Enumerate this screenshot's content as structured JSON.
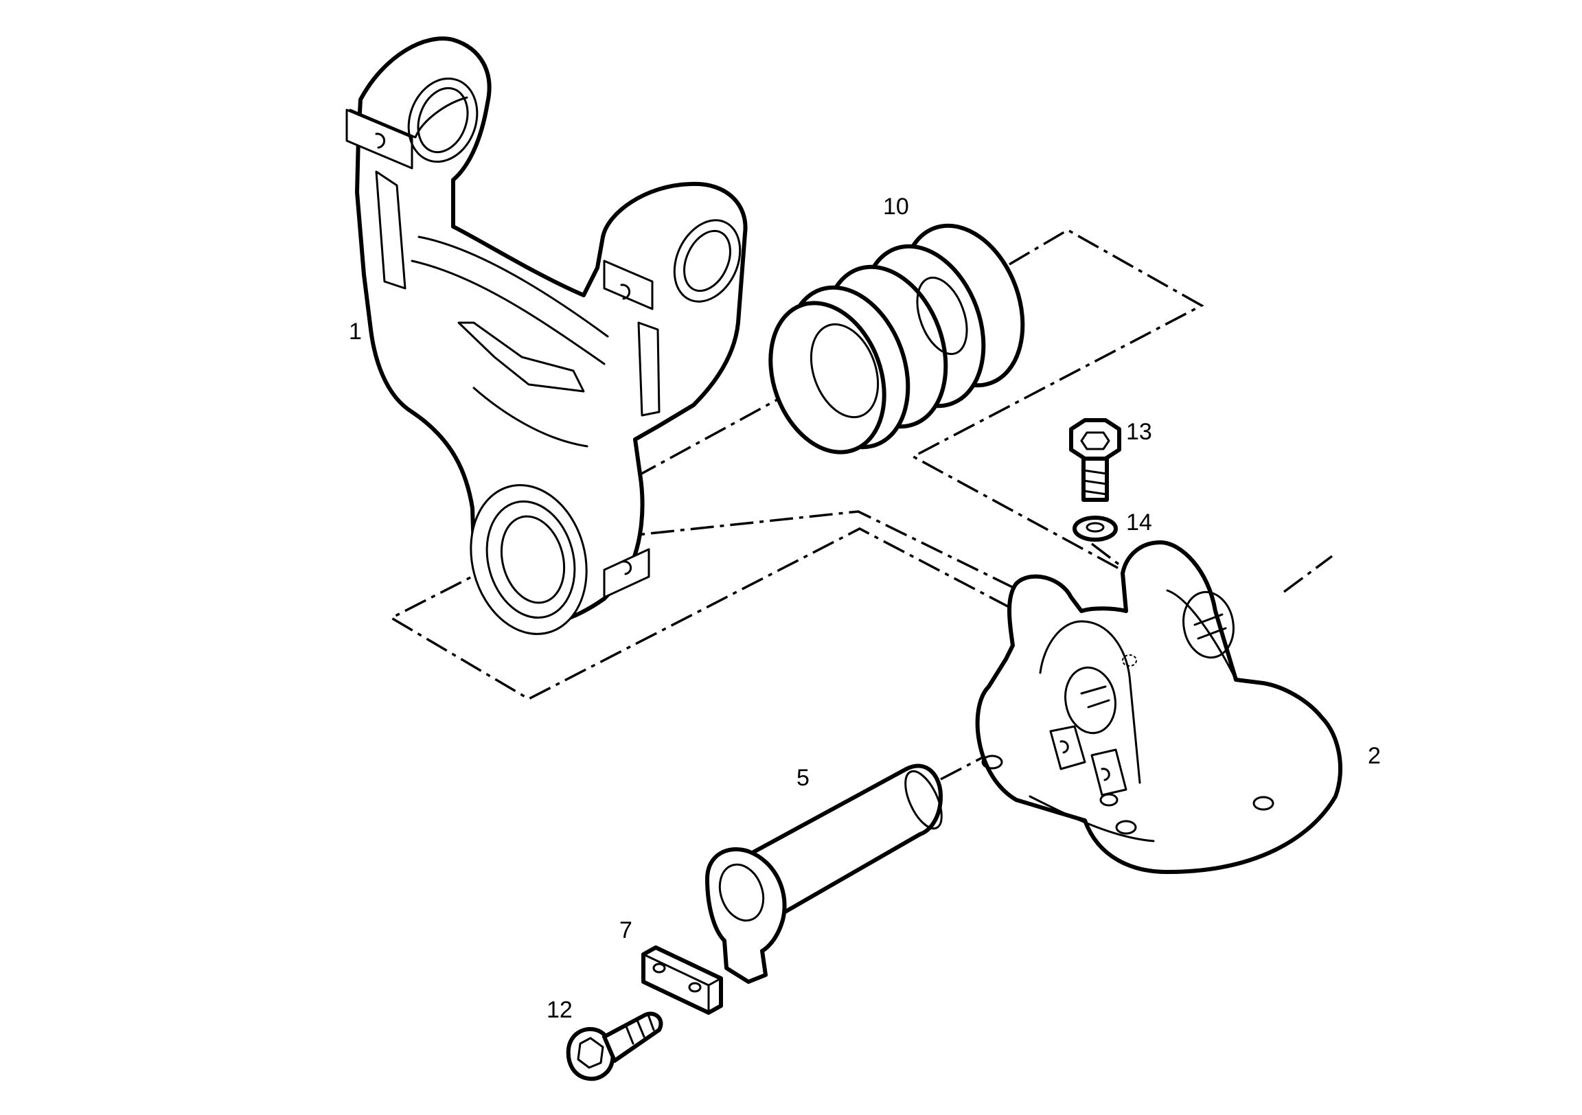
{
  "diagram": {
    "colors": {
      "line": "#000000",
      "background": "#ffffff"
    },
    "callouts": [
      {
        "id": "1",
        "label": "1"
      },
      {
        "id": "2",
        "label": "2"
      },
      {
        "id": "5",
        "label": "5"
      },
      {
        "id": "7",
        "label": "7"
      },
      {
        "id": "10",
        "label": "10"
      },
      {
        "id": "12",
        "label": "12"
      },
      {
        "id": "13",
        "label": "13"
      },
      {
        "id": "14",
        "label": "14"
      }
    ]
  }
}
